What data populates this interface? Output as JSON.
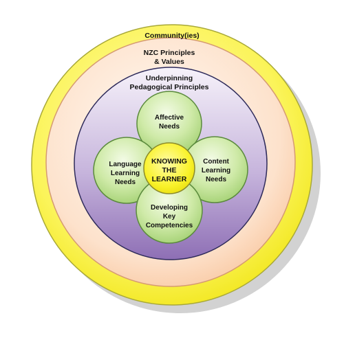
{
  "rings": [
    {
      "key": "community",
      "lines": [
        "Community(ies)"
      ],
      "fill": "#f7f02a",
      "stroke": "#a8a838"
    },
    {
      "key": "nzc",
      "lines": [
        "NZC Principles",
        "& Values"
      ],
      "fill": "#fbd3b2",
      "stroke": "#d59a72"
    },
    {
      "key": "pedagogy",
      "lines": [
        "Underpinning",
        "Pedagogical Principles"
      ],
      "fill": "#e8def1",
      "stroke": "#2d2a5a"
    }
  ],
  "inner_field": {
    "fill": "#a78ec8"
  },
  "nodes": [
    {
      "key": "affective",
      "lines": [
        "Affective",
        "Needs"
      ]
    },
    {
      "key": "language",
      "lines": [
        "Language",
        "Learning",
        "Needs"
      ]
    },
    {
      "key": "content",
      "lines": [
        "Content",
        "Learning",
        "Needs"
      ]
    },
    {
      "key": "key-competencies",
      "lines": [
        "Developing",
        "Key",
        "Competencies"
      ]
    }
  ],
  "node_style": {
    "fill": "#c8e8a0",
    "stroke": "#5a8a3c"
  },
  "core": {
    "lines": [
      "KNOWING",
      "THE",
      "LEARNER"
    ],
    "fill": "#f5f020",
    "stroke": "#8b8a2a"
  }
}
